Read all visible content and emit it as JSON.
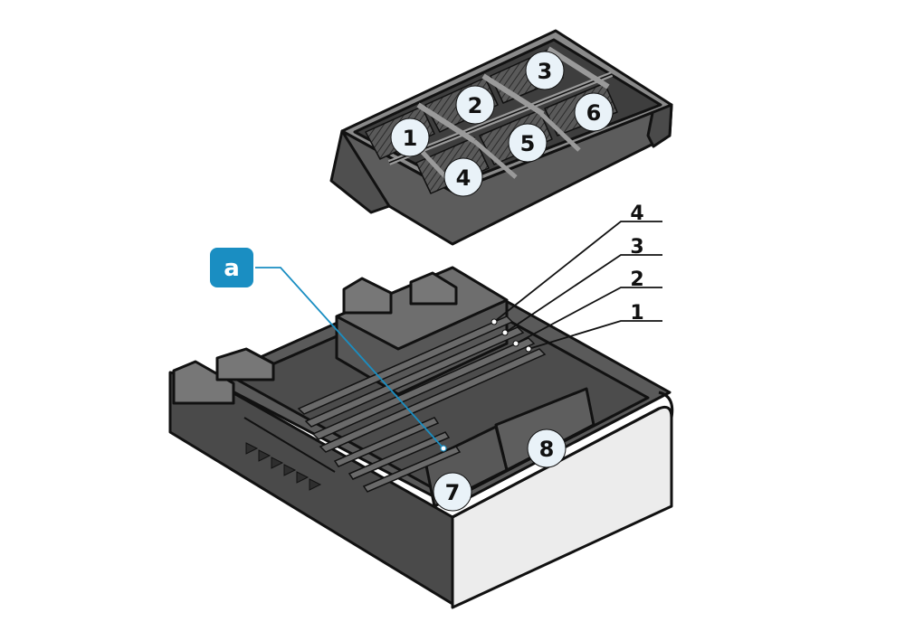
{
  "tray_compartments": [
    "1",
    "2",
    "3",
    "4",
    "5",
    "6"
  ],
  "drawer_compartments": [
    "7",
    "8"
  ],
  "slot_labels": [
    "4",
    "3",
    "2",
    "1"
  ],
  "callout": {
    "label": "a"
  },
  "colors": {
    "body_dark": "#4a4a4a",
    "body_mid": "#5e5e5e",
    "body_light": "#7a7a7a",
    "rim": "#8f8f8f",
    "front_panel": "#ececec",
    "outline": "#111111",
    "circle_fill": "#e9f2f8",
    "accent": "#1a8ec2"
  }
}
